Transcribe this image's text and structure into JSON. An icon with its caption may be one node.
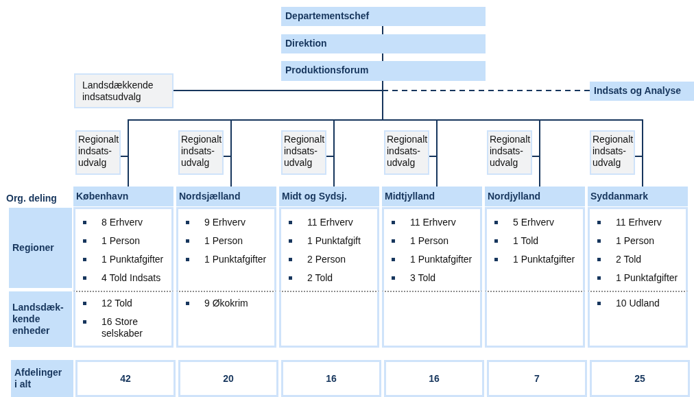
{
  "diagram": {
    "nodes": [
      {
        "text": [
          "Departementschef"
        ]
      },
      {
        "text": [
          "Direktion"
        ]
      },
      {
        "text": [
          "Produktionsforum"
        ]
      },
      {
        "text": [
          "Landsdækkende indsatsudvalg"
        ]
      },
      {
        "text": [
          "Indsats og Analyse"
        ]
      },
      {
        "text": [
          "Regionalt indsats- udvalg"
        ]
      },
      {
        "text": [
          "Regionalt indsats- udvalg"
        ]
      },
      {
        "text": [
          "Regionalt indsats- udvalg"
        ]
      },
      {
        "text": [
          "Regionalt indsats- udvalg"
        ]
      },
      {
        "text": [
          "Regionalt indsats- udvalg"
        ]
      },
      {
        "text": [
          "Regionalt indsats- udvalg"
        ]
      },
      {
        "text": [
          "Regioner"
        ]
      },
      {
        "text": [
          "Landsdæk- kende enheder"
        ]
      },
      {
        "text": [
          "København"
        ]
      },
      {
        "text": [
          "8 Erhverv",
          "1 Person",
          "1 Punktafgifter",
          "4 Told Indsats"
        ]
      },
      {
        "text": [
          "12 Told",
          "16 Store selskaber"
        ]
      },
      {
        "text": [
          "Nordsjælland"
        ]
      },
      {
        "text": [
          "9 Erhverv",
          "1 Person",
          "1 Punktafgifter"
        ]
      },
      {
        "text": [
          "9 Økokrim"
        ]
      },
      {
        "text": [
          "Midt og Sydsj."
        ]
      },
      {
        "text": [
          "11 Erhverv",
          "1 Punktafgift",
          "2 Person",
          "2 Told"
        ]
      },
      {
        "text": [],
        "shape": "box"
      },
      {
        "text": [
          "Midtjylland"
        ]
      },
      {
        "text": [
          "11 Erhverv",
          "1 Person",
          "1 Punktafgifter",
          "3 Told"
        ]
      },
      {
        "text": [],
        "shape": "box"
      },
      {
        "text": [
          "Nordjylland"
        ]
      },
      {
        "text": [
          "5 Erhverv",
          "1 Told",
          "1 Punktafgifter"
        ]
      },
      {
        "text": [],
        "shape": "box"
      },
      {
        "text": [
          "Syddanmark"
        ]
      },
      {
        "text": [
          "11 Erhverv",
          "1 Person",
          "2 Told",
          "1 Punktafgifter"
        ]
      },
      {
        "text": [
          "10 Udland"
        ]
      },
      {
        "text": [
          "Afdelinger i alt"
        ]
      },
      {
        "text": [
          "42"
        ]
      },
      {
        "text": [
          "20"
        ]
      },
      {
        "text": [
          "16"
        ]
      },
      {
        "text": [
          "16"
        ]
      },
      {
        "text": [
          "7"
        ]
      },
      {
        "text": [
          "25"
        ]
      }
    ],
    "edges": [
      {
        "from": 0,
        "to": 1,
        "arrow": "none"
      },
      {
        "from": 1,
        "to": 2,
        "arrow": "none"
      },
      {
        "from": 3,
        "to": 2,
        "arrow": "none"
      },
      {
        "from": 2,
        "to": 4,
        "arrow": "none",
        "style": "dashed"
      },
      {
        "from": 2,
        "to": 13,
        "arrow": "none"
      },
      {
        "from": 2,
        "to": 16,
        "arrow": "none"
      },
      {
        "from": 2,
        "to": 19,
        "arrow": "none"
      },
      {
        "from": 2,
        "to": 22,
        "arrow": "none"
      },
      {
        "from": 2,
        "to": 25,
        "arrow": "none"
      },
      {
        "from": 2,
        "to": 28,
        "arrow": "none"
      },
      {
        "from": 5,
        "to": 13,
        "arrow": "none"
      },
      {
        "from": 6,
        "to": 16,
        "arrow": "none"
      },
      {
        "from": 7,
        "to": 19,
        "arrow": "none"
      },
      {
        "from": 8,
        "to": 22,
        "arrow": "none"
      },
      {
        "from": 9,
        "to": 25,
        "arrow": "none"
      },
      {
        "from": 10,
        "to": 28,
        "arrow": "none"
      }
    ],
    "labels": [
      "Org. deling"
    ]
  }
}
